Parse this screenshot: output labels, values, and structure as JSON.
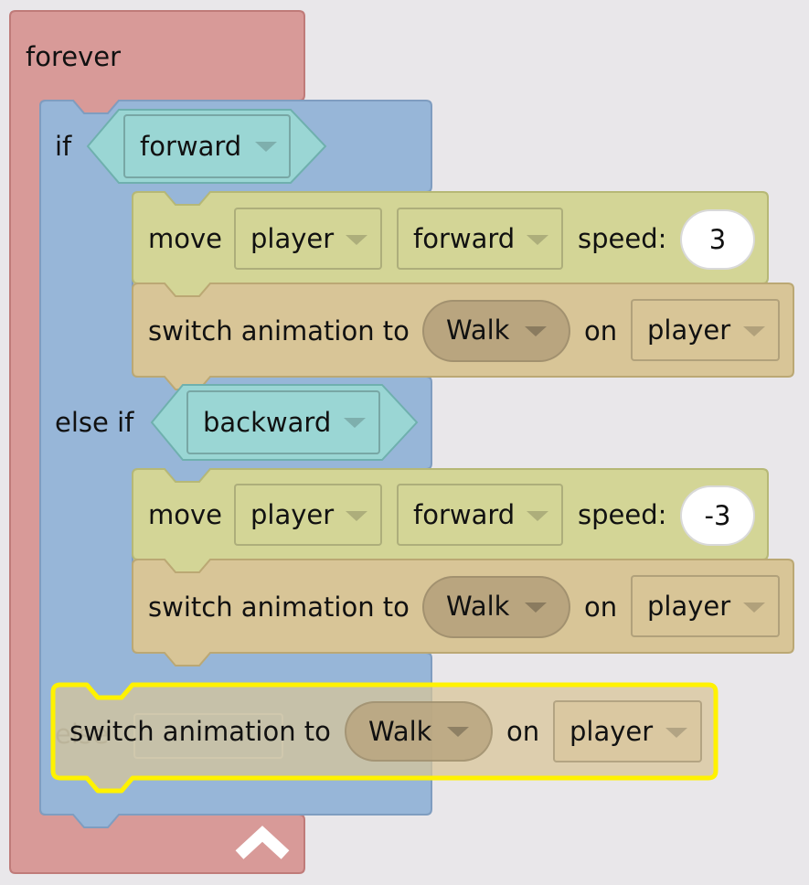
{
  "forever_block": {
    "label": "forever"
  },
  "if_block": {
    "if_label": "if",
    "if_condition": "forward",
    "if_branch": [
      {
        "type": "move",
        "label": "move",
        "target": "player",
        "direction": "forward",
        "speed_label": "speed:",
        "speed": "3"
      },
      {
        "type": "animation",
        "label": "switch animation to",
        "animation": "Walk",
        "on_label": "on",
        "target": "player"
      }
    ],
    "else_if_label": "else if",
    "else_if_condition": "backward",
    "else_if_branch": [
      {
        "type": "move",
        "label": "move",
        "target": "player",
        "direction": "forward",
        "speed_label": "speed:",
        "speed": "-3"
      },
      {
        "type": "animation",
        "label": "switch animation to",
        "animation": "Walk",
        "on_label": "on",
        "target": "player"
      }
    ],
    "else_label": "else"
  },
  "dragged_block": {
    "type": "animation",
    "label": "switch animation to",
    "animation": "Walk",
    "on_label": "on",
    "target": "player"
  },
  "colors": {
    "forever": "#d89a98",
    "if": "#97b6d8",
    "move": "#d3d596",
    "animation": "#d8c597",
    "condition": "#9ad6d4",
    "selection": "#fff200"
  },
  "icons": {
    "collapse": "chevron-up-icon"
  }
}
